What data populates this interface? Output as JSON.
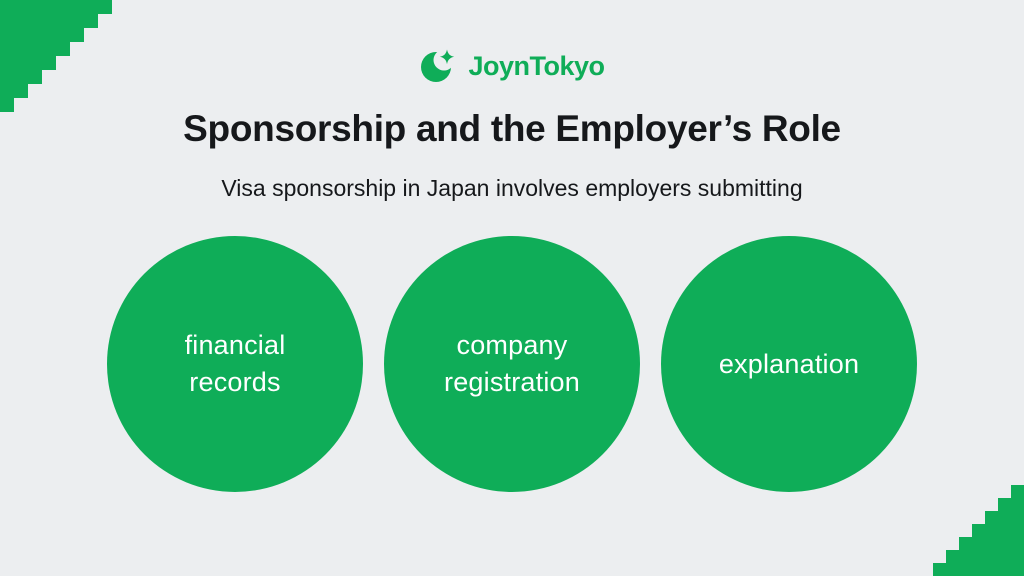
{
  "colors": {
    "green": "#0FAD58",
    "background": "#ECEEF0",
    "ink": "#16181B",
    "circle_text": "#FFFFFF"
  },
  "brand": {
    "name": "JoynTokyo",
    "logo_icon": "crescent-moon-with-sparkle"
  },
  "header": {
    "title": "Sponsorship and the Employer’s Role",
    "subtitle": "Visa sponsorship in Japan involves employers submitting"
  },
  "circles": [
    {
      "label": "financial records"
    },
    {
      "label": "company registration"
    },
    {
      "label": "explanation"
    }
  ]
}
